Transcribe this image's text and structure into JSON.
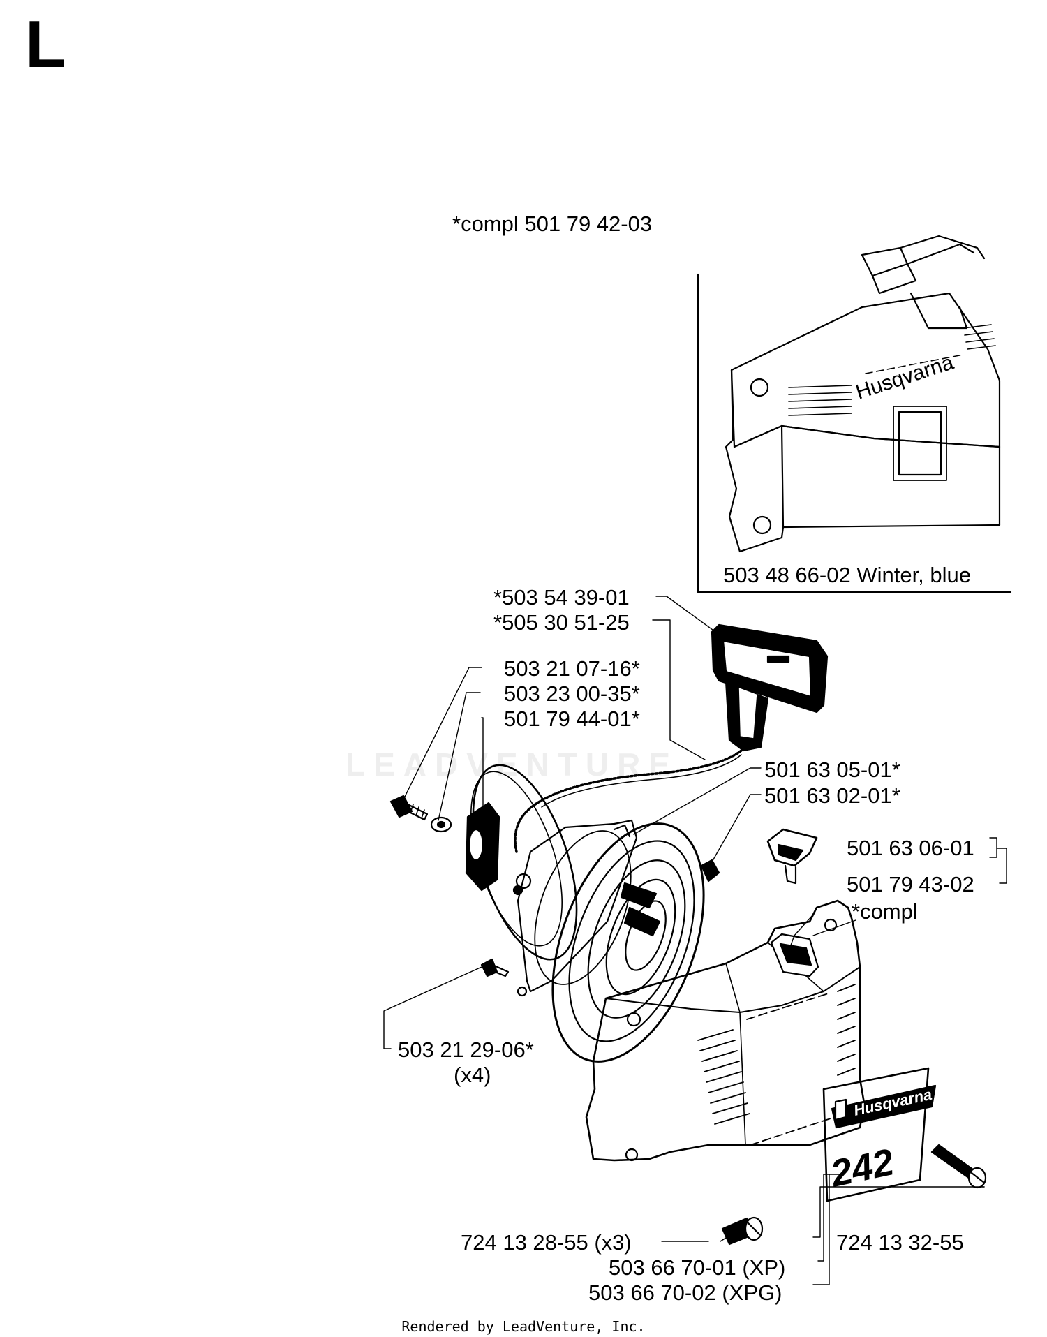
{
  "section_letter": "L",
  "watermark": "LEADVENTURE",
  "footer": "Rendered by LeadVenture, Inc.",
  "inset": {
    "heading": "*compl 501 79 42-03",
    "caption": "503 48 66-02 Winter, blue",
    "brand": "Husqvarna"
  },
  "decal": {
    "brand": "Husqvarna",
    "model": "242"
  },
  "parts": [
    {
      "id": "p1",
      "text": "*503 54 39-01"
    },
    {
      "id": "p2",
      "text": "*505 30 51-25"
    },
    {
      "id": "p3",
      "text": "503 21 07-16*"
    },
    {
      "id": "p4",
      "text": "503 23 00-35*"
    },
    {
      "id": "p5",
      "text": "501 79 44-01*"
    },
    {
      "id": "p6",
      "text": "501 63 05-01*"
    },
    {
      "id": "p7",
      "text": "501 63 02-01*"
    },
    {
      "id": "p8",
      "text": "501 63 06-01"
    },
    {
      "id": "p9",
      "text": "501 79 43-02"
    },
    {
      "id": "p10",
      "text": "*compl"
    },
    {
      "id": "p11",
      "text": "503 21 29-06*"
    },
    {
      "id": "p12",
      "text": "(x4)"
    },
    {
      "id": "p13",
      "text": "724 13 28-55 (x3)"
    },
    {
      "id": "p14",
      "text": "724 13 32-55"
    },
    {
      "id": "p15",
      "text": "503 66 70-01 (XP)"
    },
    {
      "id": "p16",
      "text": "503 66 70-02 (XPG)"
    }
  ]
}
